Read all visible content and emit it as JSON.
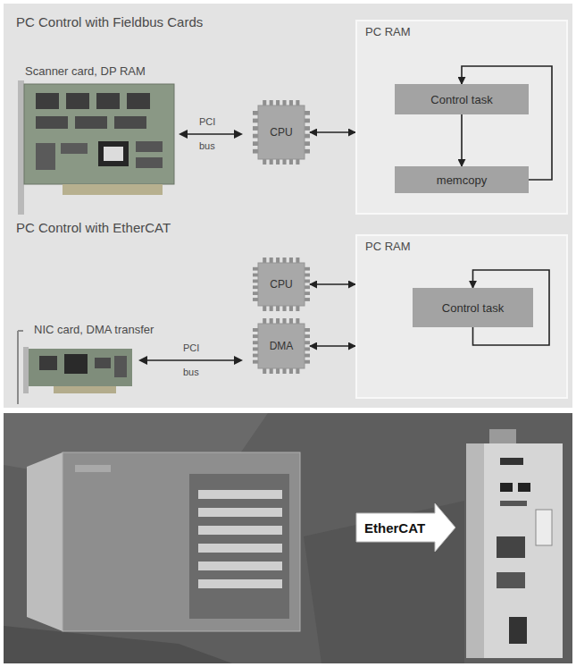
{
  "diagram": {
    "nodes": [
      {
        "text": [
          "PC RAM"
        ]
      },
      {
        "text": [
          "Control task"
        ],
        "in": 0
      },
      {
        "text": [
          "memcopy"
        ],
        "in": 0
      },
      {
        "text": [
          "CPU"
        ]
      },
      {
        "text": [
          "PC RAM"
        ]
      },
      {
        "text": [
          "Control task"
        ],
        "in": 4
      },
      {
        "text": [
          "CPU"
        ]
      },
      {
        "text": [
          "DMA"
        ]
      },
      {
        "text": [
          "EtherCAT"
        ]
      }
    ],
    "edges": [
      {
        "from": 3,
        "to": 0,
        "arrow": "both"
      },
      {
        "from": 1,
        "to": 2,
        "arrow": "to"
      },
      {
        "from": 2,
        "to": 1,
        "arrow": "to"
      },
      {
        "from": 6,
        "to": 4,
        "arrow": "both"
      },
      {
        "from": 7,
        "to": 4,
        "arrow": "both"
      },
      {
        "from": 5,
        "to": 5,
        "arrow": "to"
      }
    ],
    "labels": [
      "PC Control with Fieldbus Cards",
      "Scanner card, DP RAM",
      "PCI",
      "bus",
      "PC Control with EtherCAT",
      "NIC card, DMA transfer",
      "PCI",
      "bus"
    ]
  }
}
